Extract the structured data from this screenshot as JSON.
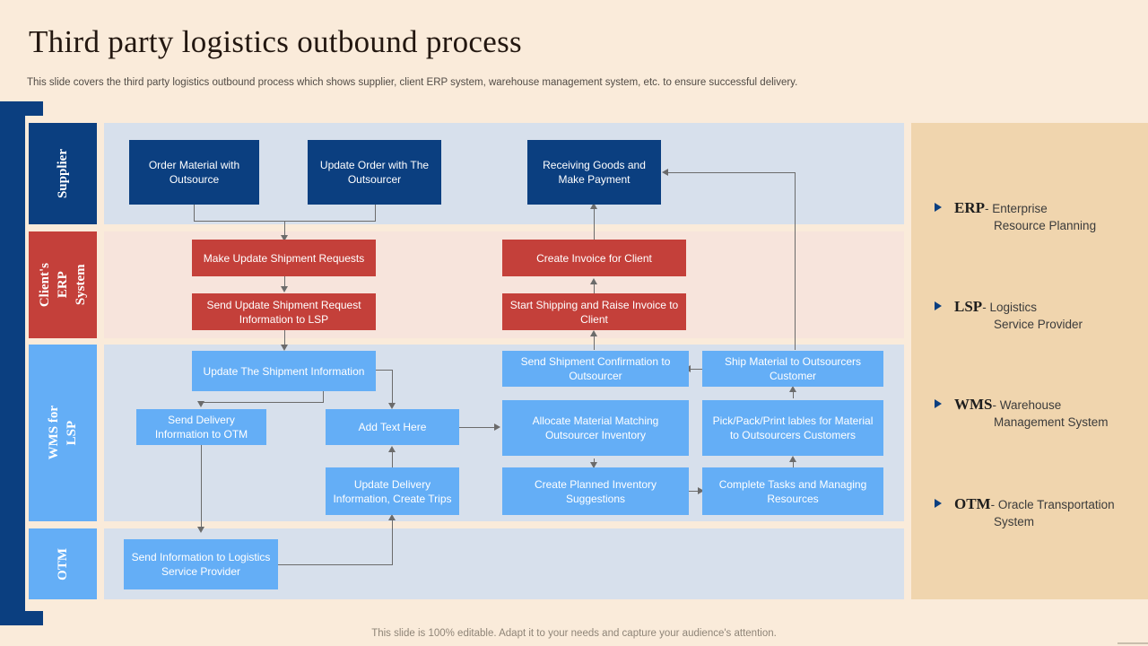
{
  "header": {
    "title": "Third party logistics outbound process",
    "subtitle": "This slide covers the third party logistics outbound process which shows supplier, client ERP system, warehouse management system, etc. to ensure successful delivery."
  },
  "footer": {
    "note": "This slide is 100% editable. Adapt it to your needs and capture your audience's attention."
  },
  "lanes": [
    {
      "label": "Supplier",
      "color": "#0b3f80"
    },
    {
      "label": "Client's\nERP\nSystem",
      "color": "#C4403A"
    },
    {
      "label": "WMS for\nLSP",
      "color": "#64AEF6"
    },
    {
      "label": "OTM",
      "color": "#64AEF6"
    }
  ],
  "nodes": {
    "order_material": "Order Material with Outsource",
    "update_order": "Update Order with The Outsourcer",
    "receiving_goods": "Receiving Goods and Make Payment",
    "make_update_shipment": "Make Update Shipment Requests",
    "send_update_shipment": "Send Update Shipment Request Information to LSP",
    "create_invoice": "Create Invoice for Client",
    "start_shipping": "Start Shipping and Raise Invoice to Client",
    "update_shipment_info": "Update The Shipment Information",
    "send_delivery_otm": "Send Delivery Information to OTM",
    "add_text_here": "Add Text Here",
    "update_delivery": "Update Delivery Information, Create Trips",
    "send_shipment_conf": "Send Shipment Confirmation to Outsourcer",
    "allocate_material": "Allocate Material Matching Outsourcer Inventory",
    "create_planned": "Create Planned Inventory Suggestions",
    "ship_material": "Ship Material to Outsourcers Customer",
    "pick_pack_print": "Pick/Pack/Print lables for Material to Outsourcers Customers",
    "complete_tasks": "Complete Tasks and Managing Resources",
    "send_info_lsp": "Send Information to Logistics Service Provider"
  },
  "legend": [
    {
      "abbr": "ERP",
      "sep": "- ",
      "desc": "Enterprise",
      "cont": "Resource Planning"
    },
    {
      "abbr": "LSP",
      "sep": "- ",
      "desc": "Logistics",
      "cont": "Service Provider"
    },
    {
      "abbr": "WMS",
      "sep": "- ",
      "desc": "Warehouse",
      "cont": "Management System"
    },
    {
      "abbr": "OTM",
      "sep": "- ",
      "desc": "Oracle Transportation",
      "cont": "System"
    }
  ],
  "colors": {
    "background": "#FAEBDA",
    "navy": "#0b3f80",
    "red": "#C4403A",
    "blue": "#64AEF6",
    "band_blue": "#D7E0EC",
    "band_pink": "#F7E4DC",
    "legend_panel": "#F0D5AE"
  }
}
